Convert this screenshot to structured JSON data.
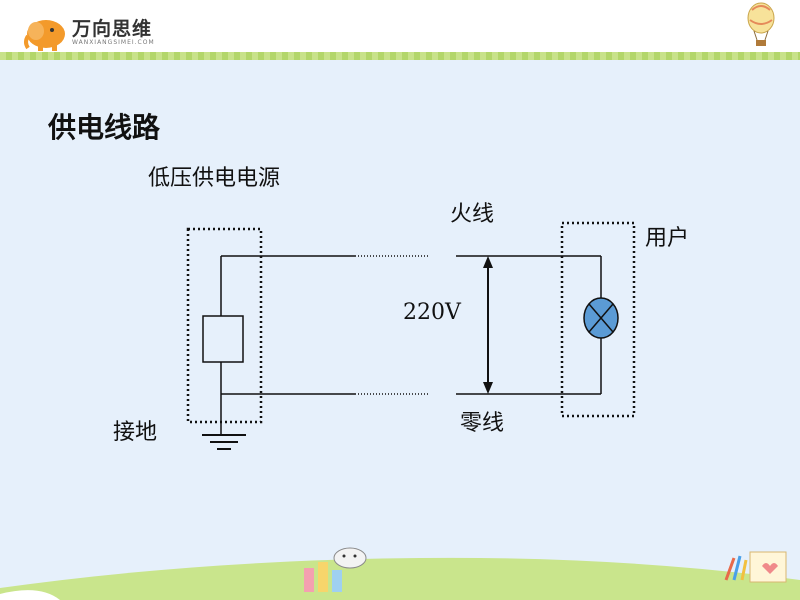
{
  "header": {
    "logo_text": "万向思维",
    "logo_sub": "WANXIANGSIMEI.COM"
  },
  "slide": {
    "title": "供电线路"
  },
  "diagram": {
    "source_label": "低压供电电源",
    "live_wire_label": "火线",
    "user_label": "用户",
    "voltage_label": "220V",
    "ground_label": "接地",
    "neutral_wire_label": "零线"
  },
  "colors": {
    "background": "#e6f0fb",
    "lamp_fill": "#5b9bd5",
    "logo_orange": "#f39a2b",
    "header_stripe": "#b3d66a"
  }
}
